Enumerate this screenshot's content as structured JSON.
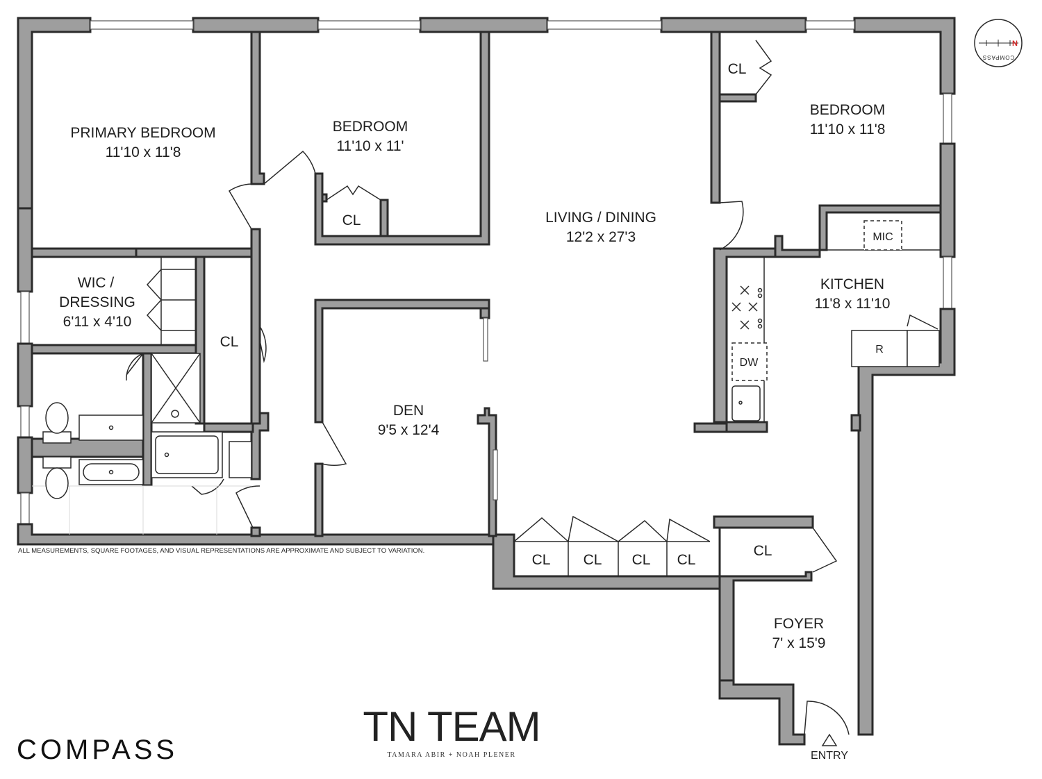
{
  "rooms": {
    "primary_bedroom": {
      "name": "PRIMARY BEDROOM",
      "dims": "11'10 x 11'8"
    },
    "bedroom_1": {
      "name": "BEDROOM",
      "dims": "11'10 x 11'"
    },
    "living_dining": {
      "name": "LIVING / DINING",
      "dims": "12'2 x 27'3"
    },
    "bedroom_2": {
      "name": "BEDROOM",
      "dims": "11'10 x 11'8"
    },
    "wic": {
      "name_line1": "WIC /",
      "name_line2": "DRESSING",
      "dims": "6'11 x 4'10"
    },
    "kitchen": {
      "name": "KITCHEN",
      "dims": "11'8 x 11'10"
    },
    "den": {
      "name": "DEN",
      "dims": "9'5 x 12'4"
    },
    "foyer": {
      "name": "FOYER",
      "dims": "7' x 15'9"
    }
  },
  "closet_label": "CL",
  "appliances": {
    "mic": "MIC",
    "dw": "DW",
    "fridge": "R"
  },
  "disclaimer": "ALL MEASUREMENTS, SQUARE FOOTAGES, AND VISUAL REPRESENTATIONS ARE APPROXIMATE AND SUBJECT TO VARIATION.",
  "entry": "ENTRY",
  "brand": {
    "compass": "COMPASS",
    "team": "TN TEAM",
    "team_members": "TAMARA ABIR + NOAH PLENER"
  },
  "north_arrow": {
    "label": "COMPASS",
    "north": "N"
  },
  "colors": {
    "wall": "#9e9e9e",
    "outline": "#2b2b2b",
    "north": "#d62828"
  }
}
